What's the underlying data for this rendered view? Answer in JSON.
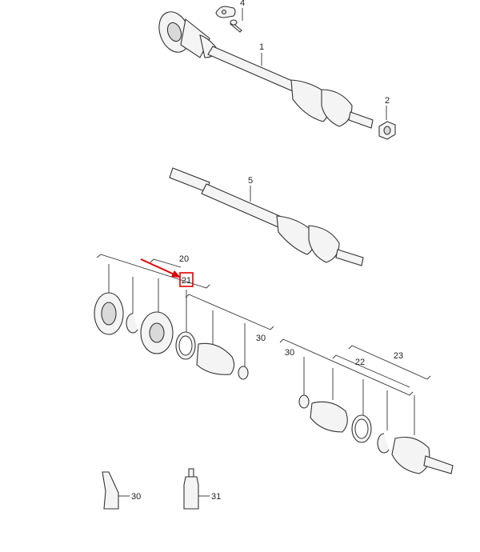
{
  "diagram": {
    "labels": {
      "l1": "1",
      "l2": "2",
      "l4": "4",
      "l5": "5",
      "l20": "20",
      "l21": "21",
      "l22": "22",
      "l23": "23",
      "l30a": "30",
      "l30b": "30",
      "l30c": "30",
      "l31": "31"
    },
    "highlight": {
      "label_ref": "21",
      "color": "#e00000"
    }
  }
}
